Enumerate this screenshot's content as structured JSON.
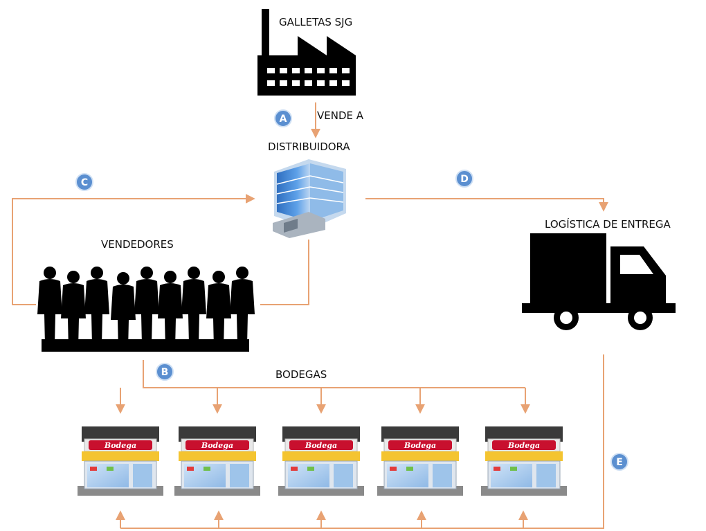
{
  "labels": {
    "factory": "GALLETAS SJG",
    "sells_to": "VENDE A",
    "distributor": "DISTRIBUIDORA",
    "sellers": "VENDEDORES",
    "logistics": "LOGÍSTICA DE ENTREGA",
    "stores": "BODEGAS"
  },
  "badges": {
    "a": "A",
    "b": "B",
    "c": "C",
    "d": "D",
    "e": "E"
  },
  "store_sign": "Bodega",
  "colors": {
    "arrow": "#e8a273",
    "badge": "#5b8fd0",
    "icon": "#000000",
    "awning": "#f4c430",
    "building_blue": "#3f86d6"
  }
}
